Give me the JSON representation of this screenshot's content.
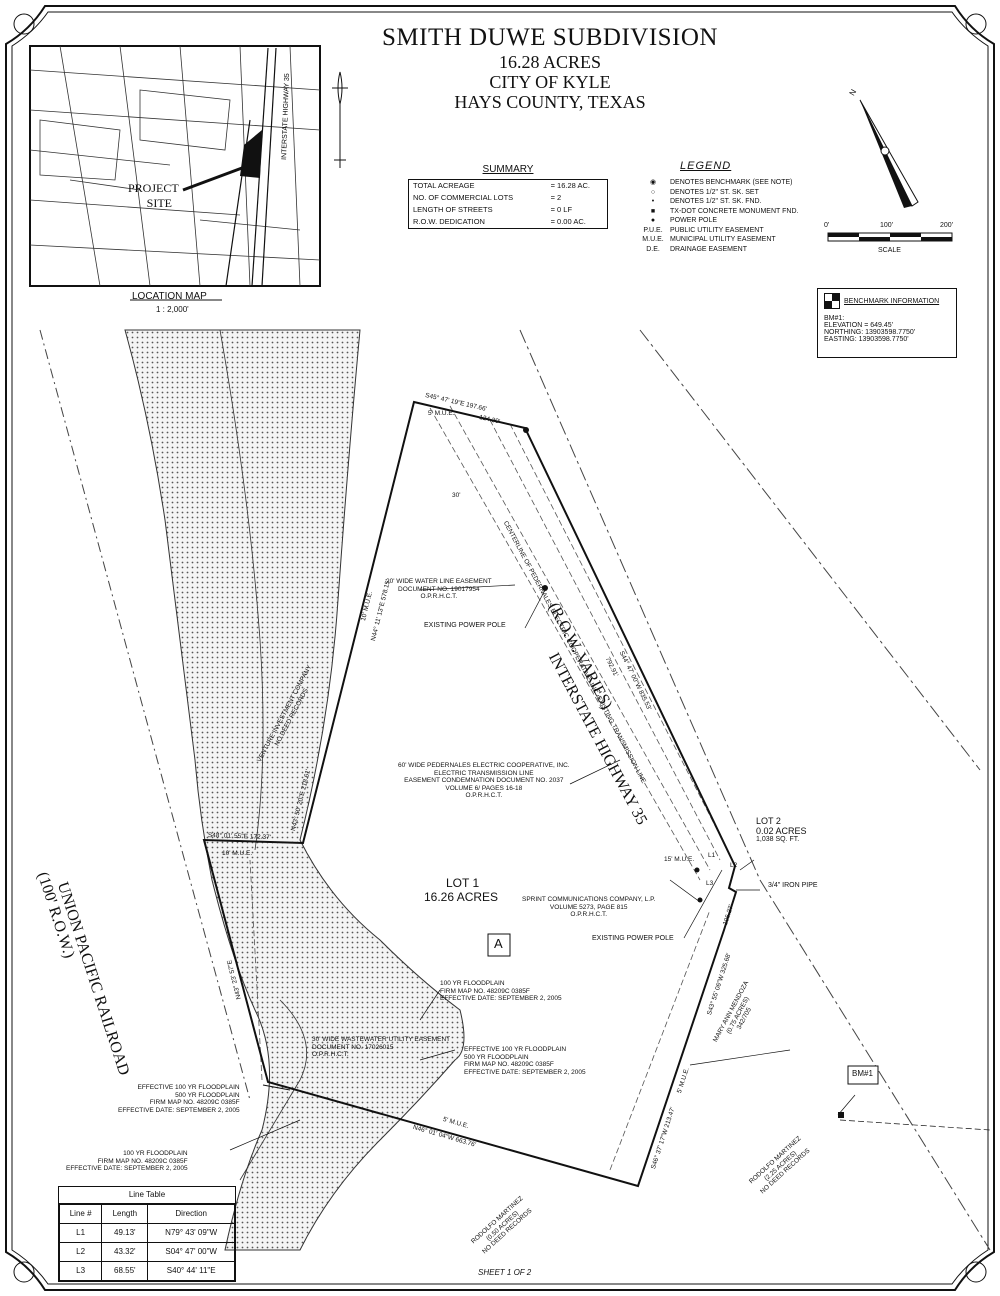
{
  "title": "SMITH DUWE SUBDIVISION",
  "subtitle_lines": [
    "16.28 ACRES",
    "CITY OF KYLE",
    "HAYS COUNTY, TEXAS"
  ],
  "location_map": {
    "label": "LOCATION MAP",
    "scale": "1 : 2,000'",
    "project_site_line1": "PROJECT",
    "project_site_line2": "SITE",
    "highway_label": "INTERSTATE HIGHWAY 35"
  },
  "summary": {
    "heading": "SUMMARY",
    "rows": [
      {
        "label": "TOTAL ACREAGE",
        "value": "= 16.28 AC."
      },
      {
        "label": "NO. OF COMMERCIAL LOTS",
        "value": "= 2"
      },
      {
        "label": "LENGTH OF STREETS",
        "value": "= 0 LF"
      },
      {
        "label": "R.O.W. DEDICATION",
        "value": "= 0.00 AC."
      }
    ]
  },
  "legend": {
    "heading": "LEGEND",
    "rows": [
      {
        "symbol": "◉",
        "text": "DENOTES BENCHMARK (SEE NOTE)"
      },
      {
        "symbol": "○",
        "text": "DENOTES 1/2\" ST. SK. SET"
      },
      {
        "symbol": "•",
        "text": "DENOTES 1/2\" ST. SK. FND."
      },
      {
        "symbol": "■",
        "text": "TX-DOT CONCRETE MONUMENT FND."
      },
      {
        "symbol": "●",
        "text": "POWER POLE"
      },
      {
        "symbol": "P.U.E.",
        "text": "PUBLIC UTILITY EASEMENT"
      },
      {
        "symbol": "M.U.E.",
        "text": "MUNICIPAL UTILITY EASEMENT"
      },
      {
        "symbol": "D.E.",
        "text": "DRAINAGE EASEMENT"
      }
    ]
  },
  "scale_bar": {
    "ticks": [
      "0'",
      "100'",
      "200'"
    ],
    "label": "SCALE"
  },
  "north_label": "N",
  "benchmark": {
    "heading": "BENCHMARK INFORMATION",
    "lines": [
      "BM#1:",
      "ELEVATION = 649.45'",
      "NORTHING: 13903598.7750'",
      "EASTING: 13903598.7750'"
    ],
    "tag": "BM#1"
  },
  "map_labels": {
    "interstate_line1": "INTERSTATE HIGHWAY 35",
    "interstate_line2": "(R.O.W. VARIES)",
    "railroad_line1": "UNION PACIFIC RAILROAD",
    "railroad_line2": "(100' R.O.W.)",
    "lot1_line1": "LOT 1",
    "lot1_line2": "16.26 ACRES",
    "lot2_line1": "LOT 2",
    "lot2_line2": "0.02 ACRES",
    "lot2_line3": "1,038 SQ. FT.",
    "block": "A",
    "iron_pipe": "3/4\" IRON PIPE",
    "power_pole_1": "EXISTING POWER POLE",
    "power_pole_2": "EXISTING POWER POLE",
    "water_easement": [
      "20' WIDE WATER LINE EASEMENT",
      "DOCUMENT NO. 19017954",
      "O.P.R.H.C.T."
    ],
    "pec_easement": [
      "60' WIDE PEDERNALES ELECTRIC COOPERATIVE, INC.",
      "ELECTRIC TRANSMISSION LINE",
      "EASEMENT CONDEMNATION DOCUMENT NO. 2037",
      "VOLUME 6/ PAGES 16-18",
      "O.P.R.H.C.T."
    ],
    "sprint": [
      "SPRINT COMMUNICATIONS COMPANY, L.P.",
      "VOLUME 5273, PAGE 815",
      "O.P.R.H.C.T."
    ],
    "floodplain_a": [
      "100 YR FLOODPLAIN",
      "FIRM MAP NO. 48209C 0385F",
      "EFFECTIVE DATE: SEPTEMBER 2, 2005"
    ],
    "floodplain_b": [
      "EFFECTIVE 100 YR FLOODPLAIN",
      "500 YR FLOODPLAIN",
      "FIRM MAP NO. 48209C 0385F",
      "EFFECTIVE DATE: SEPTEMBER 2, 2005"
    ],
    "floodplain_c": [
      "EFFECTIVE 100 YR FLOODPLAIN",
      "500 YR FLOODPLAIN",
      "FIRM MAP NO. 48209C 0385F",
      "EFFECTIVE DATE: SEPTEMBER 2, 2005"
    ],
    "floodplain_d": [
      "100 YR FLOODPLAIN",
      "FIRM MAP NO. 48209C 0385F",
      "EFFECTIVE DATE: SEPTEMBER 2, 2005"
    ],
    "wastewater": [
      "30' WIDE WASTEWATER UTILITY EASEMENT",
      "DOCUMENT NO. 17026015",
      "O.P.R.H.C.T."
    ],
    "mendoza": [
      "MARY ANN MENDOZA",
      "(0.75 ACRES)",
      "342/705"
    ],
    "martinez_1": [
      "RODOLFO MARTINEZ",
      "(0.50 ACRES)",
      "NO DEED RECORDS"
    ],
    "martinez_2": [
      "RODOLFO MARTINEZ",
      "(2.25 ACRES)",
      "NO DEED RECORDS"
    ],
    "investment": [
      "VENTURE INVESTMENT COMPANY",
      "NO DEED RECORDS"
    ],
    "pec_centerline": "CENTERLINE OF PEDERNALES ELECTRIC COOPERATIVE, INC. EXISTING TRANSMISSION LINE",
    "bearing_top": "S45° 47' 19\"E 197.66'",
    "bearing_top_sub": "124.30'",
    "bearing_left_upper": "N44° 11' 13\"E 578.15'",
    "bearing_left_mid": "N43° 50' 20\"E 218.61'",
    "bearing_mid_horizontal": "S48° 01' 55\"E 172.37'",
    "bearing_left_lower": "N43° 23' 57\"E",
    "bearing_bottom": "N46° 01' 04\"W 663.76'",
    "bearing_right_upper": "S44° 47' 00\"W 835.53'",
    "bearing_right_upper_sub": "792.91'",
    "bearing_right_lower": "S43° 55' 06\"W 325.68'",
    "bearing_right_lower_sub": "106.27'",
    "bearing_bottom_right": "S46° 37' 17\"W 213.47'",
    "mue_5_top": "5' M.U.E.",
    "mue_10": "10' M.U.E.",
    "mue_15": "15' M.U.E.",
    "mue_5_right": "5' M.U.E.",
    "mue_5_bottom": "5' M.U.E.",
    "mue_10_left": "10' M.U.E.",
    "dim_30": "30'",
    "l1": "L1",
    "l2": "L2",
    "l3": "L3"
  },
  "line_table": {
    "caption": "Line Table",
    "headers": [
      "Line #",
      "Length",
      "Direction"
    ],
    "rows": [
      {
        "line": "L1",
        "length": "49.13'",
        "direction": "N79° 43' 09\"W"
      },
      {
        "line": "L2",
        "length": "43.32'",
        "direction": "S04° 47' 00\"W"
      },
      {
        "line": "L3",
        "length": "68.55'",
        "direction": "S40° 44' 11\"E"
      }
    ]
  },
  "sheet_label": "SHEET 1 OF 2"
}
